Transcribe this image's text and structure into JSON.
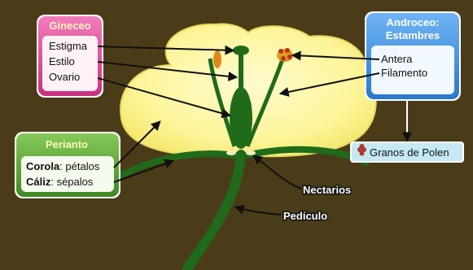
{
  "colors": {
    "background": "#4a3c18",
    "petal": "#fdf7a0",
    "stem": "#1f6b1a",
    "gineceo": "#e0479a",
    "androceo": "#3d8fe0",
    "perianto": "#5aa63a",
    "pollen_box": "#c6e8f2"
  },
  "gineceo": {
    "title": "Gineceo",
    "items": [
      "Estigma",
      "Estilo",
      "Ovario"
    ]
  },
  "androceo": {
    "title_line1": "Androceo:",
    "title_line2": "Estambres",
    "items": [
      "Antera",
      "Filamento"
    ]
  },
  "perianto": {
    "title": "Perianto",
    "corola_term": "Corola",
    "corola_desc": ": pétalos",
    "caliz_term": "Cáliz",
    "caliz_desc": ": sépalos"
  },
  "pollen": {
    "label": "Granos de Polen",
    "icon": "pollen-grain-icon"
  },
  "parts": {
    "nectarios": "Nectarios",
    "pediculo": "Pedículo"
  }
}
